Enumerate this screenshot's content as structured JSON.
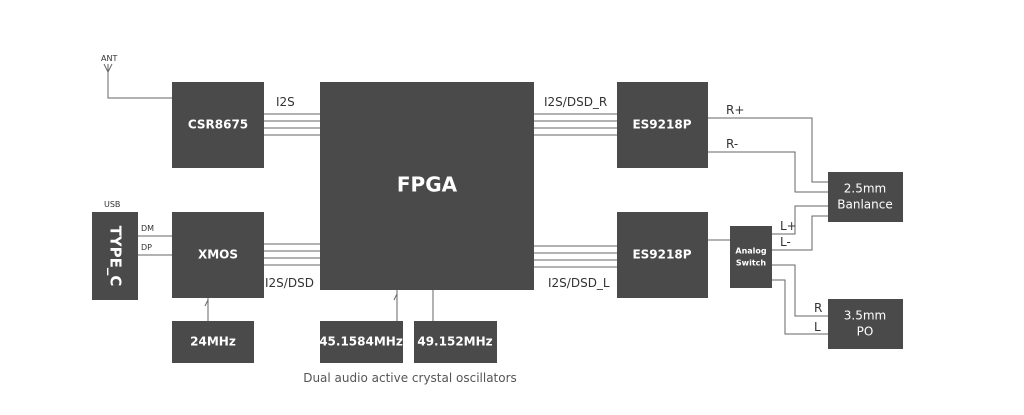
{
  "blocks": {
    "csr": "CSR8675",
    "xmos": "XMOS",
    "fpga": "FPGA",
    "es_top": "ES9218P",
    "es_bottom": "ES9218P",
    "typec": "TYPE_C",
    "osc_24": "24MHz",
    "osc_45": "45.1584MHz",
    "osc_49": "49.152MHz",
    "analog_switch_line1": "Analog",
    "analog_switch_line2": "Switch",
    "balance_line1": "2.5mm",
    "balance_line2": "Banlance",
    "po_line1": "3.5mm",
    "po_line2": "PO"
  },
  "labels": {
    "ant": "ANT",
    "usb": "USB",
    "dm": "DM",
    "dp": "DP",
    "i2s": "I2S",
    "i2s_dsd": "I2S/DSD",
    "i2s_dsd_r": "I2S/DSD_R",
    "i2s_dsd_l": "I2S/DSD_L",
    "r_plus": "R+",
    "r_minus": "R-",
    "l_plus": "L+",
    "l_minus": "L-",
    "r": "R",
    "l": "L"
  },
  "caption": "Dual audio active crystal oscillators"
}
